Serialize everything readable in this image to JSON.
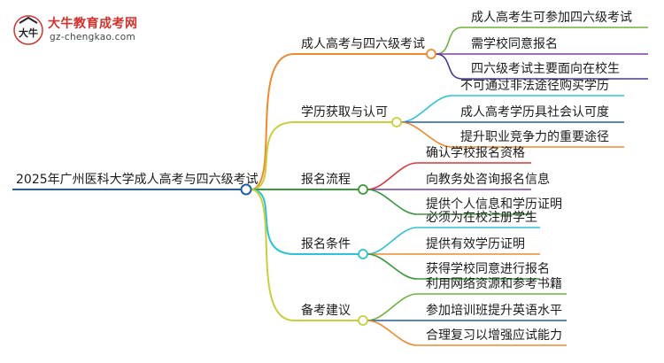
{
  "branding": {
    "site_name": "大牛教育成考网",
    "site_url": "gz-chengkao.com",
    "logo_glyph": "大牛"
  },
  "mindmap": {
    "root": "2025年广州医科大学成人高考与四六级考试",
    "branches": [
      {
        "label": "成人高考与四六级考试",
        "color": "#f08a2e",
        "children": [
          "成人高考生可参加四六级考试",
          "需学校同意报名",
          "四六级考试主要面向在校生"
        ],
        "child_colors": [
          "#6db33f",
          "#7b3fa6",
          "#4a3a8f"
        ]
      },
      {
        "label": "学历获取与认可",
        "color": "#c9cf3a",
        "children": [
          "不可通过非法途径购买学历",
          "成人高考学历具社会认可度",
          "提升职业竞争力的重要途径"
        ],
        "child_colors": [
          "#2cc3d6",
          "#1f5fa3",
          "#f08a2e"
        ]
      },
      {
        "label": "报名流程",
        "color": "#3a9a3a",
        "children": [
          "确认学校报名资格",
          "向教务处咨询报名信息",
          "提供个人信息和学历证明"
        ],
        "child_colors": [
          "#d63a3a",
          "#7b3fa6",
          "#3a9a3a"
        ]
      },
      {
        "label": "报名条件",
        "color": "#2cc3d6",
        "children": [
          "必须为在校注册学生",
          "提供有效学历证明",
          "获得学校同意进行报名"
        ],
        "child_colors": [
          "#2cc3d6",
          "#f08a2e",
          "#3a9a3a"
        ]
      },
      {
        "label": "备考建议",
        "color": "#c9cf3a",
        "children": [
          "利用网络资源和参考书籍",
          "参加培训班提升英语水平",
          "合理复习以增强应试能力"
        ],
        "child_colors": [
          "#6db33f",
          "#1f5fa3",
          "#f08a2e"
        ]
      }
    ]
  }
}
